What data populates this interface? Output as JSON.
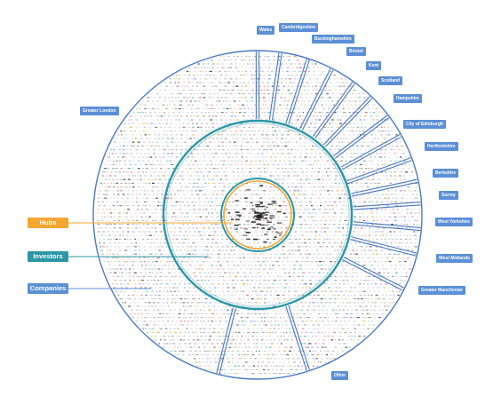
{
  "legend": {
    "hubs": {
      "label": "Hubs",
      "color": "#f5a631"
    },
    "investors": {
      "label": "Investors",
      "color": "#2c97a6"
    },
    "companies": {
      "label": "Companies",
      "color": "#5b8fd6"
    }
  },
  "regions": [
    {
      "label": "Wales"
    },
    {
      "label": "Cambridgeshire"
    },
    {
      "label": "Buckinghamshire"
    },
    {
      "label": "Bristol"
    },
    {
      "label": "Kent"
    },
    {
      "label": "Scotland"
    },
    {
      "label": "Hampshire"
    },
    {
      "label": "City of Edinburgh"
    },
    {
      "label": "Hertfordshire"
    },
    {
      "label": "Berkshire"
    },
    {
      "label": "Surrey"
    },
    {
      "label": "West Yorkshire"
    },
    {
      "label": "West Midlands"
    },
    {
      "label": "Greater Manchester"
    },
    {
      "label": "Other"
    },
    {
      "label": "Greater London"
    }
  ],
  "colors": {
    "outer_ring": "#4a78c8",
    "middle_ring": "#2c97a6",
    "inner_ring_a": "#f5a631",
    "inner_ring_b": "#2c97a6"
  }
}
